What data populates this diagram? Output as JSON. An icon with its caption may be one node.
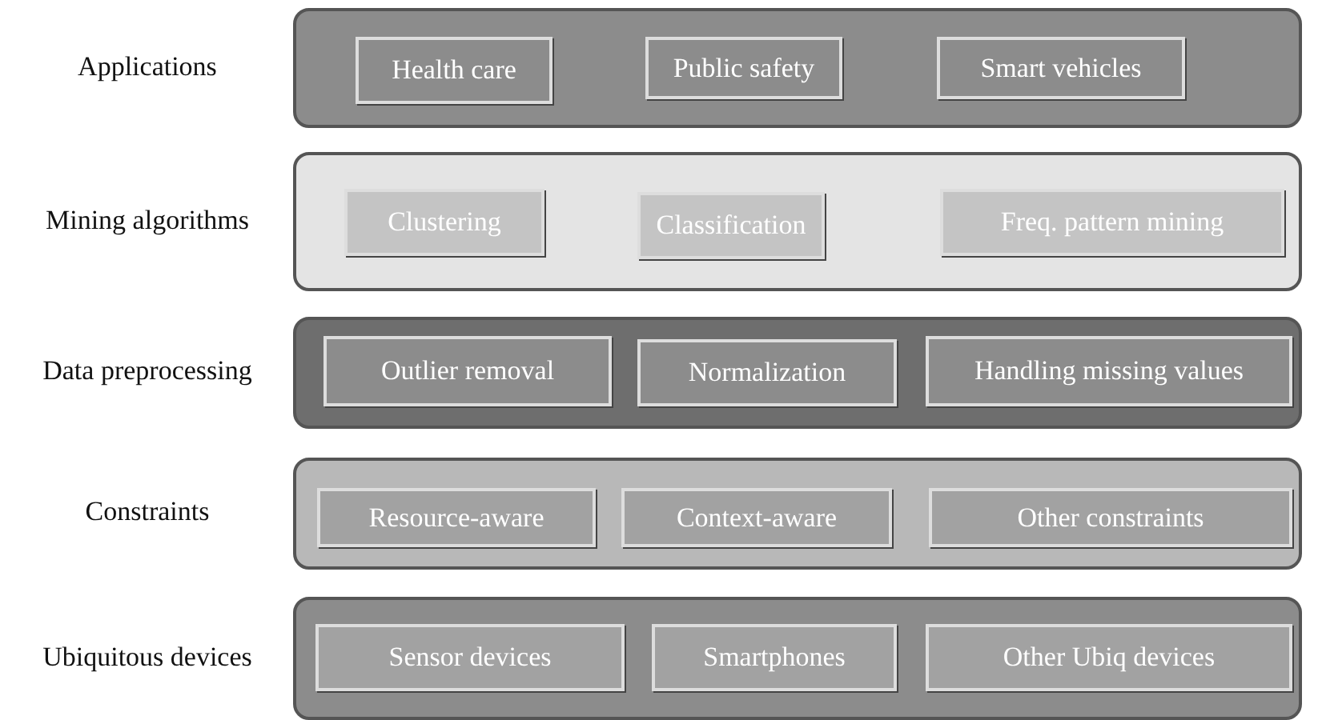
{
  "diagram": {
    "nodes": [
      {
        "text": [
          "Applications"
        ]
      },
      {
        "text": [
          "Health care"
        ],
        "in": 0
      },
      {
        "text": [
          "Public safety"
        ],
        "in": 0
      },
      {
        "text": [
          "Smart vehicles"
        ],
        "in": 0
      },
      {
        "text": [
          "Mining algorithms"
        ]
      },
      {
        "text": [
          "Clustering"
        ],
        "in": 4
      },
      {
        "text": [
          "Classification"
        ],
        "in": 4
      },
      {
        "text": [
          "Freq. pattern mining"
        ],
        "in": 4
      },
      {
        "text": [
          "Data preprocessing"
        ]
      },
      {
        "text": [
          "Outlier removal"
        ],
        "in": 8
      },
      {
        "text": [
          "Normalization"
        ],
        "in": 8
      },
      {
        "text": [
          "Handling missing values"
        ],
        "in": 8
      },
      {
        "text": [
          "Constraints"
        ]
      },
      {
        "text": [
          "Resource-aware"
        ],
        "in": 12
      },
      {
        "text": [
          "Context-aware"
        ],
        "in": 12
      },
      {
        "text": [
          "Other constraints"
        ],
        "in": 12
      },
      {
        "text": [
          "Ubiquitous devices"
        ]
      },
      {
        "text": [
          "Sensor devices"
        ],
        "in": 16
      },
      {
        "text": [
          "Smartphones"
        ],
        "in": 16
      },
      {
        "text": [
          "Other Ubiq devices"
        ],
        "in": 16
      }
    ]
  }
}
